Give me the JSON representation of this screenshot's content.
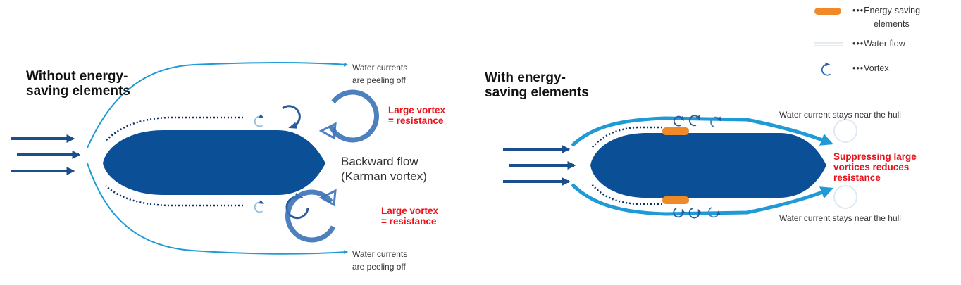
{
  "legend": {
    "items": [
      {
        "name": "energy-saving-elements",
        "label": "Energy-saving elements",
        "line1": "Energy-saving",
        "line2": "elements"
      },
      {
        "name": "water-flow",
        "label": "Water flow"
      },
      {
        "name": "vortex",
        "label": "Vortex"
      }
    ]
  },
  "left_panel": {
    "title_line1": "Without energy-",
    "title_line2": "saving elements",
    "peel_top_line1": "Water currents",
    "peel_top_line2": "are peeling off",
    "peel_bottom_line1": "Water currents",
    "peel_bottom_line2": "are peeling off",
    "vortex_top_line1": "Large vortex",
    "vortex_top_line2": "= resistance",
    "vortex_bottom_line1": "Large vortex",
    "vortex_bottom_line2": "= resistance",
    "backflow_line1": "Backward flow",
    "backflow_line2": "(Karman vortex)"
  },
  "right_panel": {
    "title_line1": "With energy-",
    "title_line2": "saving elements",
    "stays_top": "Water current stays near the hull",
    "stays_bottom": "Water current stays near the hull",
    "suppress_line1": "Suppressing large",
    "suppress_line2": "vortices reduces",
    "suppress_line3": "resistance"
  },
  "colors": {
    "hull": "#0b4f96",
    "flow": "#1e9ad6",
    "inflow_arrow": "#1a4f8c",
    "vortex_dark": "#2a5a9a",
    "vortex_light": "#8fc0e4",
    "element": "#f08a28",
    "warning_text": "#e8141c"
  }
}
